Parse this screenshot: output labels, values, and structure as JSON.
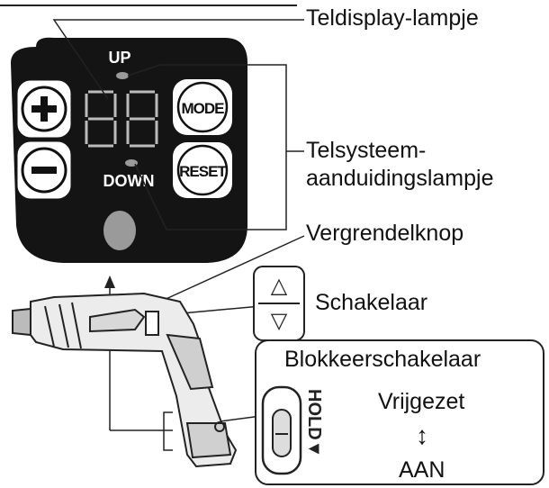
{
  "panel": {
    "up_label": "UP",
    "down_label": "DOWN",
    "mode_label": "MODE",
    "reset_label": "RESET",
    "plus_symbol": "+",
    "minus_symbol": "−",
    "display_digits": "88"
  },
  "callouts": {
    "count_display_lamp": "Teldisplay-lampje",
    "count_system_lamp_line1": "Telsysteem-",
    "count_system_lamp_line2": "aanduidingslampje",
    "lock_button": "Vergrendelknop",
    "switch": "Schakelaar"
  },
  "hold_box": {
    "title": "Blokkeerschakelaar",
    "released": "Vrijgezet",
    "on": "AAN",
    "hold_label": "HOLD▼",
    "arrow_symbol": "↕"
  },
  "switch_box": {
    "up_arrow": "△",
    "down_arrow": "▽"
  },
  "colors": {
    "panel_bg": "#141414",
    "line": "#222222",
    "lamp": "#9a9a9a"
  }
}
